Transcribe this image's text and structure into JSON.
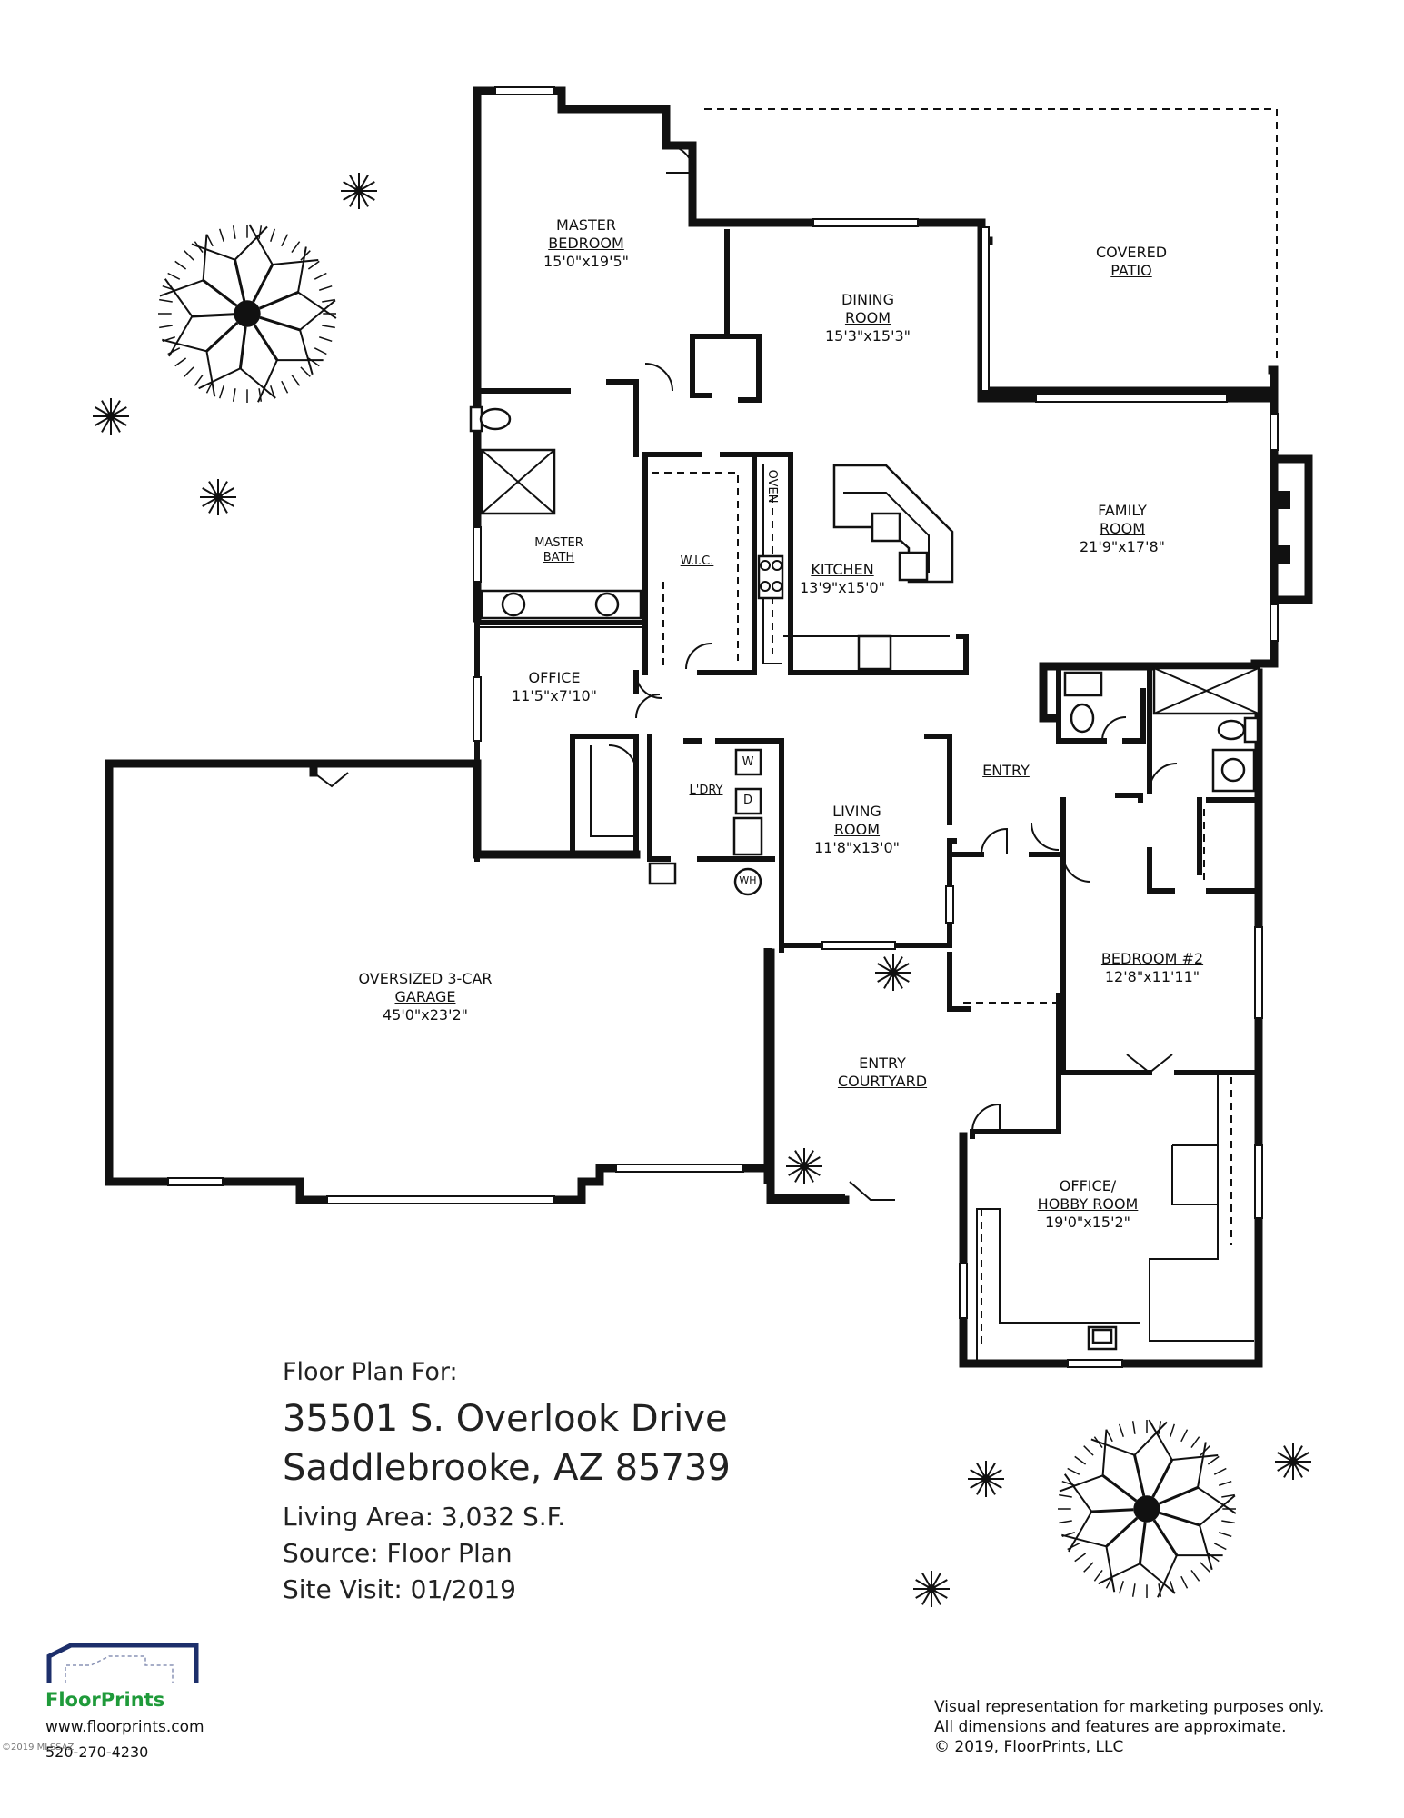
{
  "rooms": {
    "master_bedroom": {
      "name_1": "MASTER",
      "name_2": "BEDROOM",
      "dims": "15'0\"x19'5\""
    },
    "dining_room": {
      "name_1": "DINING",
      "name_2": "ROOM",
      "dims": "15'3\"x15'3\""
    },
    "covered_patio": {
      "name_1": "COVERED",
      "name_2": "PATIO"
    },
    "family_room": {
      "name_1": "FAMILY",
      "name_2": "ROOM",
      "dims": "21'9\"x17'8\""
    },
    "master_bath": {
      "name_1": "MASTER",
      "name_2": "BATH"
    },
    "wic": {
      "name": "W.I.C."
    },
    "kitchen": {
      "name": "KITCHEN",
      "dims": "13'9\"x15'0\""
    },
    "oven": {
      "name": "OVEN"
    },
    "office": {
      "name": "OFFICE",
      "dims": "11'5\"x7'10\""
    },
    "laundry": {
      "name": "L'DRY"
    },
    "washer": {
      "name": "W"
    },
    "dryer": {
      "name": "D"
    },
    "water_heater": {
      "name": "WH"
    },
    "entry": {
      "name": "ENTRY"
    },
    "living_room": {
      "name_1": "LIVING",
      "name_2": "ROOM",
      "dims": "11'8\"x13'0\""
    },
    "garage": {
      "name_1": "OVERSIZED 3-CAR",
      "name_2": "GARAGE",
      "dims": "45'0\"x23'2\""
    },
    "bedroom_2": {
      "name": "BEDROOM #2",
      "dims": "12'8\"x11'11\""
    },
    "entry_courtyard": {
      "name_1": "ENTRY",
      "name_2": "COURTYARD"
    },
    "office_hobby": {
      "name_1": "OFFICE/",
      "name_2": "HOBBY ROOM",
      "dims": "19'0\"x15'2\""
    }
  },
  "info": {
    "heading": "Floor Plan For:",
    "address_1": "35501 S. Overlook Drive",
    "address_2": "Saddlebrooke, AZ  85739",
    "living_area": "Living Area:  3,032 S.F.",
    "source": "Source:  Floor Plan",
    "site_visit": "Site Visit:  01/2019"
  },
  "logo": {
    "name": "FloorPrints",
    "url": "www.floorprints.com",
    "phone": "520-270-4230"
  },
  "watermark": "©2019 MLSSAZ",
  "disclaimer": {
    "line_1": "Visual representation for marketing purposes only.",
    "line_2": "All dimensions and features are approximate.",
    "line_3": "© 2019, FloorPrints, LLC"
  },
  "colors": {
    "logo_green": "#1f9a3a",
    "logo_blue": "#1d2f6b"
  }
}
